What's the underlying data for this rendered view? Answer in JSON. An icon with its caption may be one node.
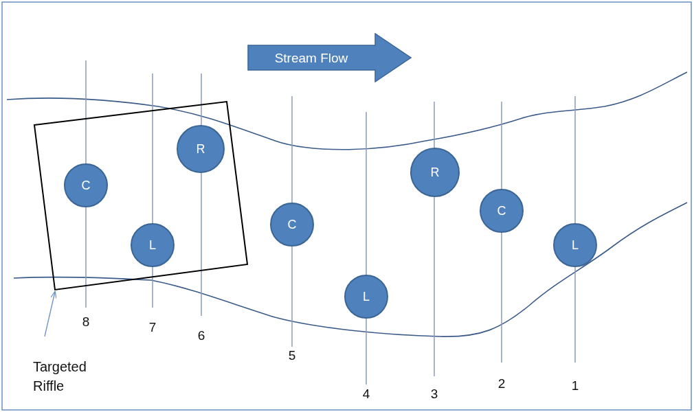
{
  "diagram": {
    "nodes": [
      {
        "text": [
          "Stream Flow"
        ]
      },
      {
        "text": [],
        "shape": "box"
      },
      {
        "text": [
          "R"
        ],
        "in": 1
      },
      {
        "text": [
          "C"
        ],
        "in": 1
      },
      {
        "text": [
          "L"
        ],
        "in": 1
      },
      {
        "text": [
          "R"
        ]
      },
      {
        "text": [
          "C"
        ]
      },
      {
        "text": [
          "C"
        ]
      },
      {
        "text": [
          "L"
        ]
      },
      {
        "text": [
          "L"
        ]
      },
      {
        "text": [
          "Targeted Riffle"
        ]
      }
    ],
    "edges": [
      {
        "from": 10,
        "to": 1,
        "arrow": "to"
      }
    ],
    "labels": [
      "8",
      "7",
      "6",
      "5",
      "4",
      "3",
      "2",
      "1"
    ]
  }
}
